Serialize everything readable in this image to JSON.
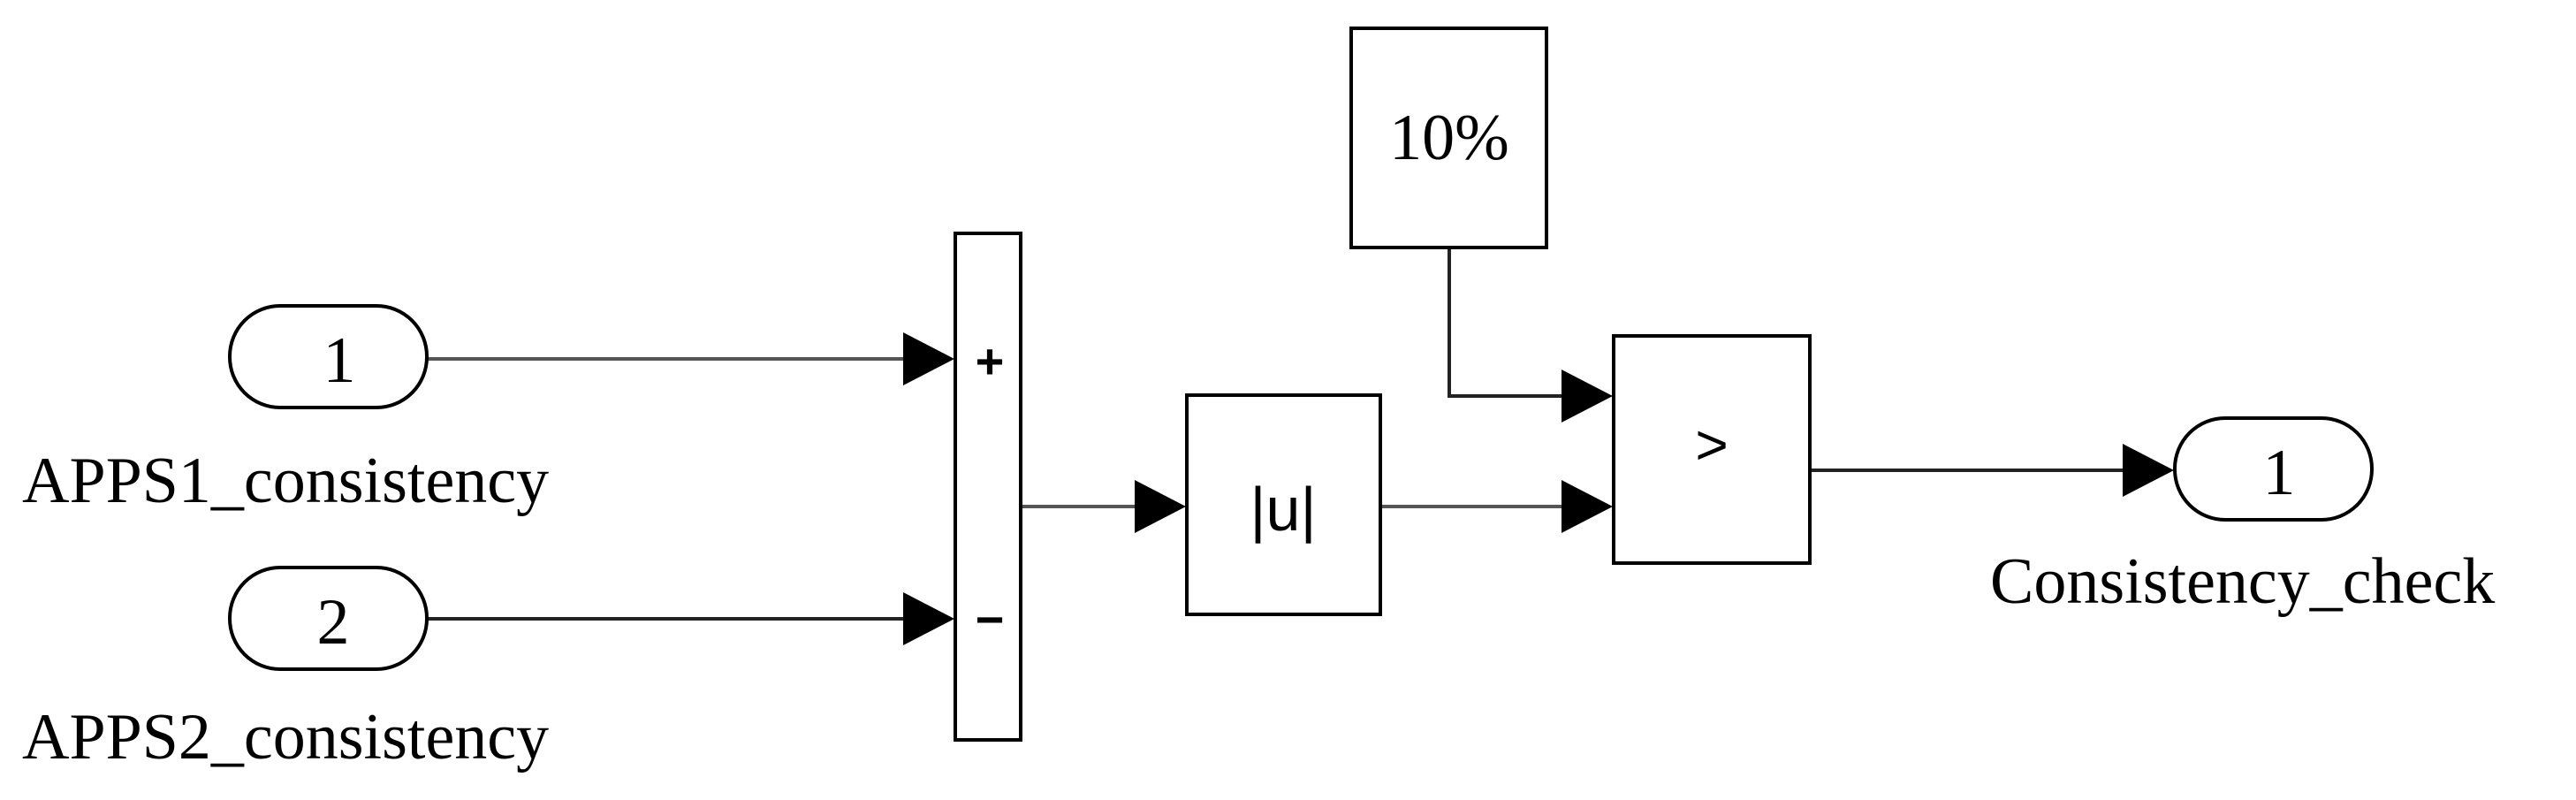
{
  "diagram": {
    "inports": [
      {
        "number": "1",
        "name": "APPS1_consistency"
      },
      {
        "number": "2",
        "name": "APPS2_consistency"
      }
    ],
    "sum_block": {
      "plus_sign": "+",
      "minus_sign": "−"
    },
    "abs_block": {
      "label": "|u|"
    },
    "constant_block": {
      "value": "10%"
    },
    "relational_block": {
      "operator": ">"
    },
    "outport": {
      "number": "1",
      "name": "Consistency_check"
    }
  }
}
